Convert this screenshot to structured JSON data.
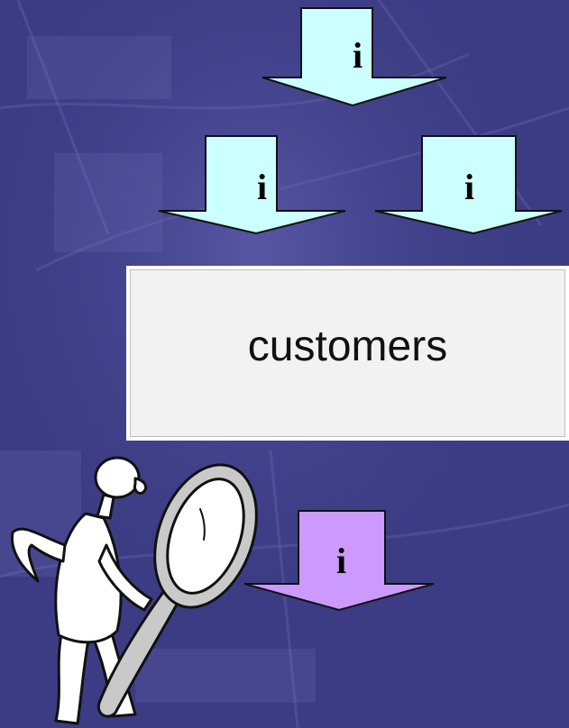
{
  "arrows": [
    {
      "label": "i",
      "fill": "#ccffff"
    },
    {
      "label": "i",
      "fill": "#ccffff"
    },
    {
      "label": "i",
      "fill": "#ccffff"
    },
    {
      "label": "i",
      "fill": "#cc99ff"
    }
  ],
  "box": {
    "label": "customers"
  },
  "colors": {
    "background": "#3d3d86",
    "arrow_cyan": "#ccffff",
    "arrow_purple": "#cc99ff",
    "box_fill": "#f2f2f2"
  },
  "icons": {
    "figure": "magnifying-glass-person-icon"
  }
}
